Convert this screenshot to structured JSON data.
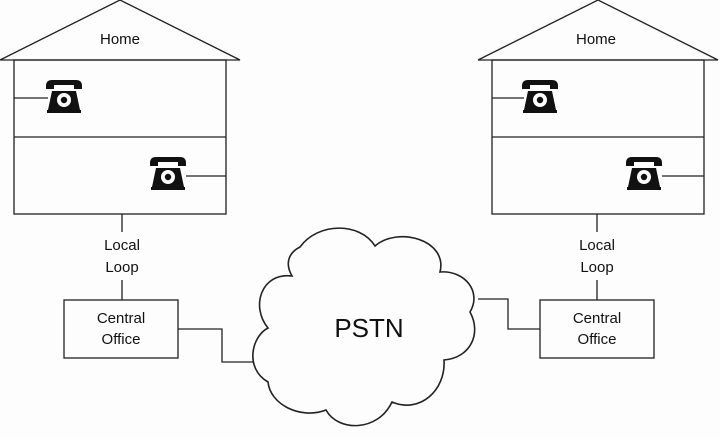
{
  "homes": [
    {
      "label": "Home"
    },
    {
      "label": "Home"
    }
  ],
  "local_loop": {
    "line1": "Local",
    "line2": "Loop"
  },
  "central_office": {
    "line1": "Central",
    "line2": "Office"
  },
  "network": {
    "label": "PSTN"
  },
  "icons": {
    "phone": "telephone-icon"
  },
  "colors": {
    "line": "#222222",
    "background": "#fdfdfd"
  }
}
